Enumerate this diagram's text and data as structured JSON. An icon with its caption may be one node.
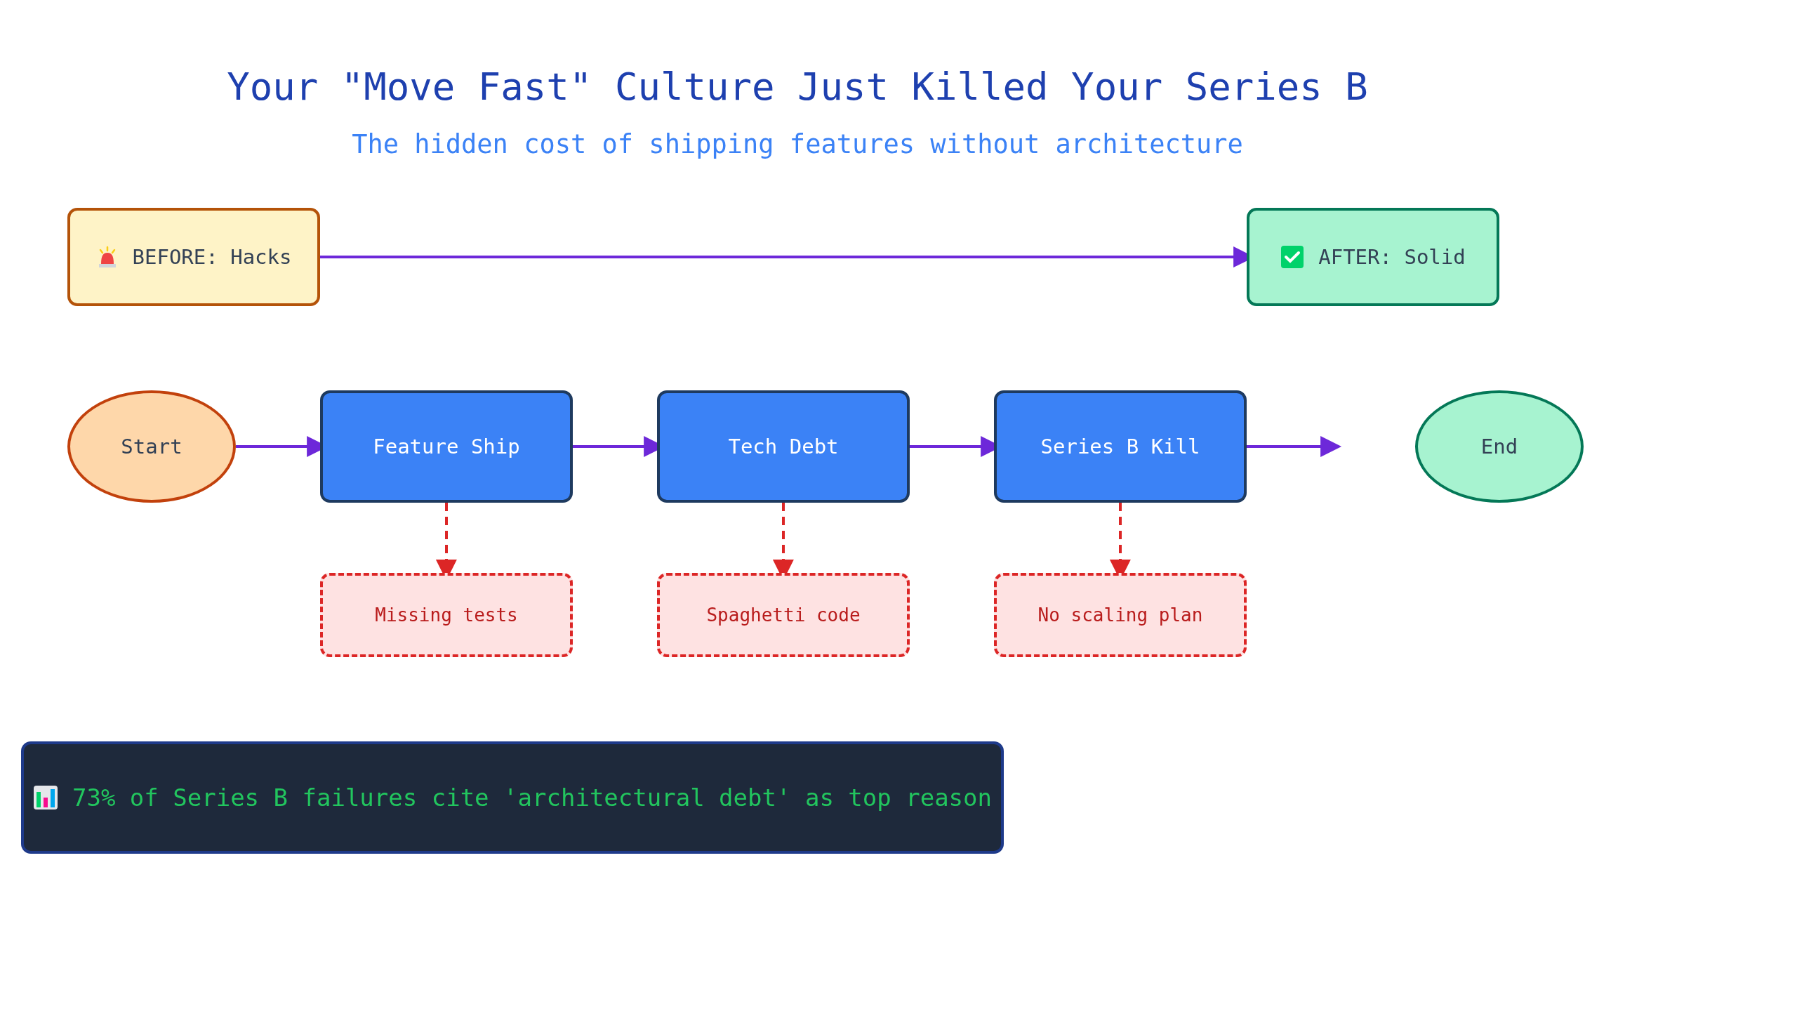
{
  "diagram": {
    "title": "Your \"Move Fast\" Culture Just Killed Your Series B",
    "caption": "The hidden cost of shipping features without architecture",
    "nodes": [
      {
        "text": [
          "BEFORE: Hacks"
        ]
      },
      {
        "text": [
          "AFTER: Solid"
        ]
      },
      {
        "text": [
          "Start"
        ]
      },
      {
        "text": [
          "Feature Ship"
        ]
      },
      {
        "text": [
          "Tech Debt"
        ]
      },
      {
        "text": [
          "Series B Kill"
        ]
      },
      {
        "text": [
          "End"
        ]
      },
      {
        "text": [
          "Missing tests"
        ]
      },
      {
        "text": [
          "Spaghetti code"
        ]
      },
      {
        "text": [
          "No scaling plan"
        ]
      },
      {
        "text": [
          "73% of Series B failures cite 'architectural debt' as top reason"
        ]
      }
    ],
    "edges": [
      {
        "from": 0,
        "to": 1,
        "arrow": "to"
      },
      {
        "from": 2,
        "to": 3,
        "arrow": "to"
      },
      {
        "from": 3,
        "to": 4,
        "arrow": "to"
      },
      {
        "from": 4,
        "to": 5,
        "arrow": "to"
      },
      {
        "from": 5,
        "to": null,
        "arrow": "to"
      },
      {
        "from": 3,
        "to": 7,
        "arrow": "to",
        "style": "dashed",
        "color": "#dc2626"
      },
      {
        "from": 4,
        "to": 8,
        "arrow": "to",
        "style": "dashed",
        "color": "#dc2626"
      },
      {
        "from": 5,
        "to": 9,
        "arrow": "to",
        "style": "dashed",
        "color": "#dc2626"
      }
    ]
  }
}
